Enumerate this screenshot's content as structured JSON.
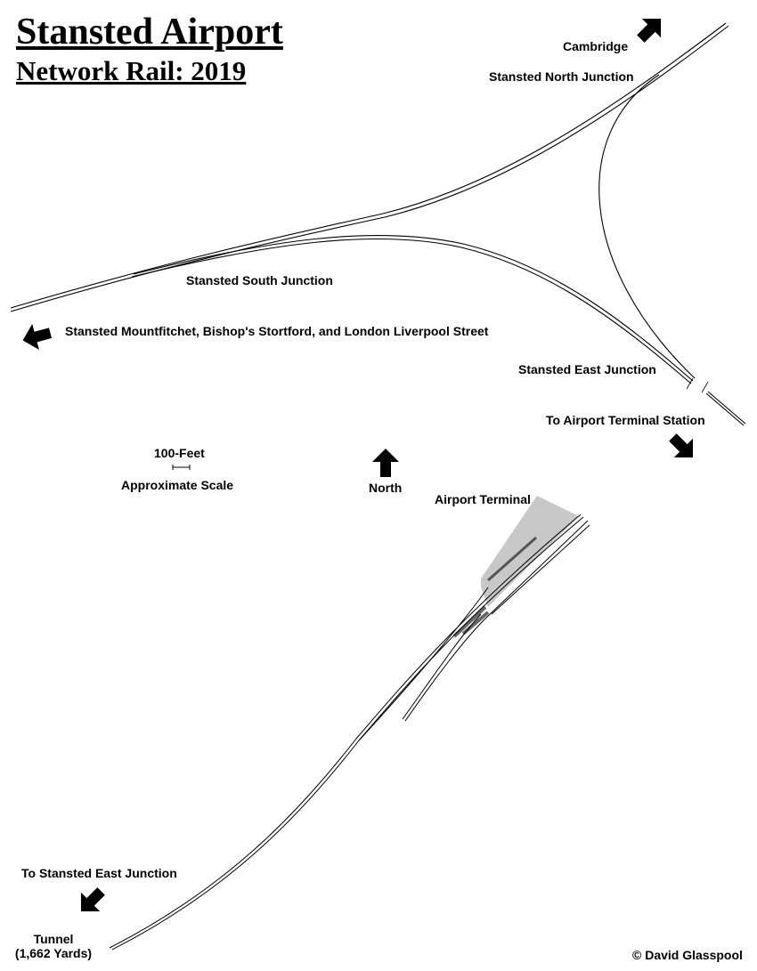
{
  "title": "Stansted Airport",
  "subtitle": "Network Rail: 2019",
  "labels": {
    "cambridge": "Cambridge",
    "north_junction": "Stansted North Junction",
    "south_junction": "Stansted South Junction",
    "london": "Stansted Mountfitchet, Bishop's Stortford, and London Liverpool Street",
    "east_junction": "Stansted East Junction",
    "to_terminal_station": "To Airport Terminal Station",
    "scale_value": "100-Feet",
    "scale_caption": "Approximate Scale",
    "north": "North",
    "airport_terminal": "Airport Terminal",
    "to_east_junction": "To Stansted East Junction",
    "tunnel": "Tunnel",
    "tunnel_length": "(1,662 Yards)",
    "copyright": "© David Glasspool"
  },
  "colors": {
    "track": "#000000",
    "terminal": "#c8c8c8",
    "platform": "#707070"
  }
}
